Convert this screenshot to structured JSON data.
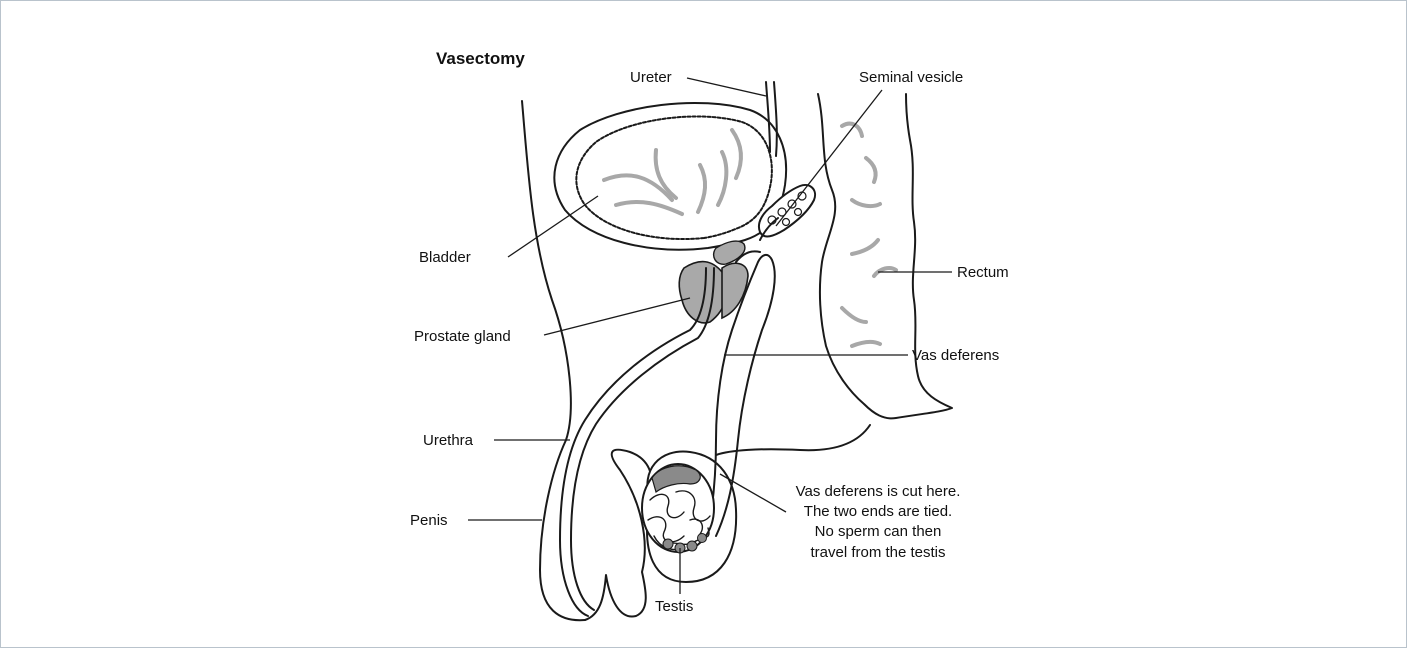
{
  "title": "Vasectomy",
  "labels": {
    "ureter": "Ureter",
    "seminal_vesicle": "Seminal vesicle",
    "bladder": "Bladder",
    "rectum": "Rectum",
    "prostate_gland": "Prostate gland",
    "vas_deferens": "Vas deferens",
    "urethra": "Urethra",
    "penis": "Penis",
    "testis": "Testis"
  },
  "note": [
    "Vas deferens is cut here.",
    "The two ends are tied.",
    "No sperm can then",
    "travel from the testis"
  ],
  "colors": {
    "outline": "#1a1a1a",
    "tissue_fill": "#a9a9a9",
    "fold_gray": "#a8a8a8",
    "frame_border": "#b9c3cc"
  }
}
